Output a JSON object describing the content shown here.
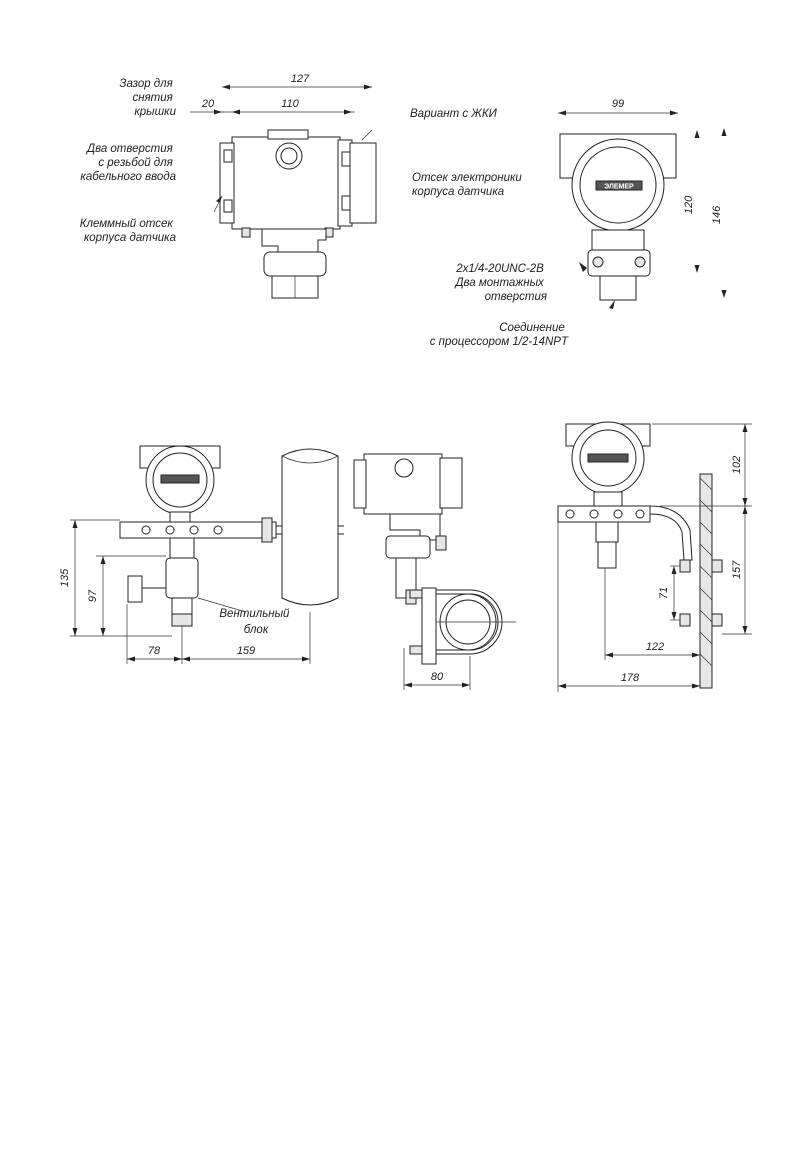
{
  "labels": {
    "cover_clearance": [
      "Зазор для",
      "снятия",
      "крышки"
    ],
    "cable_holes": [
      "Два отверстия",
      "с резьбой для",
      "кабельного ввода"
    ],
    "terminal_compartment": [
      "Клеммный отсек",
      "корпуса датчика"
    ],
    "lcd_variant": "Вариант с ЖКИ",
    "electronics_compartment": [
      "Отсек электроники",
      "корпуса датчика"
    ],
    "mounting_holes": [
      "2x1/4-20UNC-2B",
      "Два монтажных",
      "отверстия"
    ],
    "process_connection": [
      "Соединение",
      "с процессором 1/2-14NPT"
    ],
    "valve_block": [
      "Вентильный",
      "блок"
    ],
    "nameplate": "ЭЛЕМЕР"
  },
  "dimensions": {
    "d127": "127",
    "d20": "20",
    "d110": "110",
    "d99": "99",
    "d120": "120",
    "d146": "146",
    "d135": "135",
    "d97": "97",
    "d78": "78",
    "d159": "159",
    "d80": "80",
    "d102": "102",
    "d157": "157",
    "d71": "71",
    "d122": "122",
    "d178": "178"
  }
}
